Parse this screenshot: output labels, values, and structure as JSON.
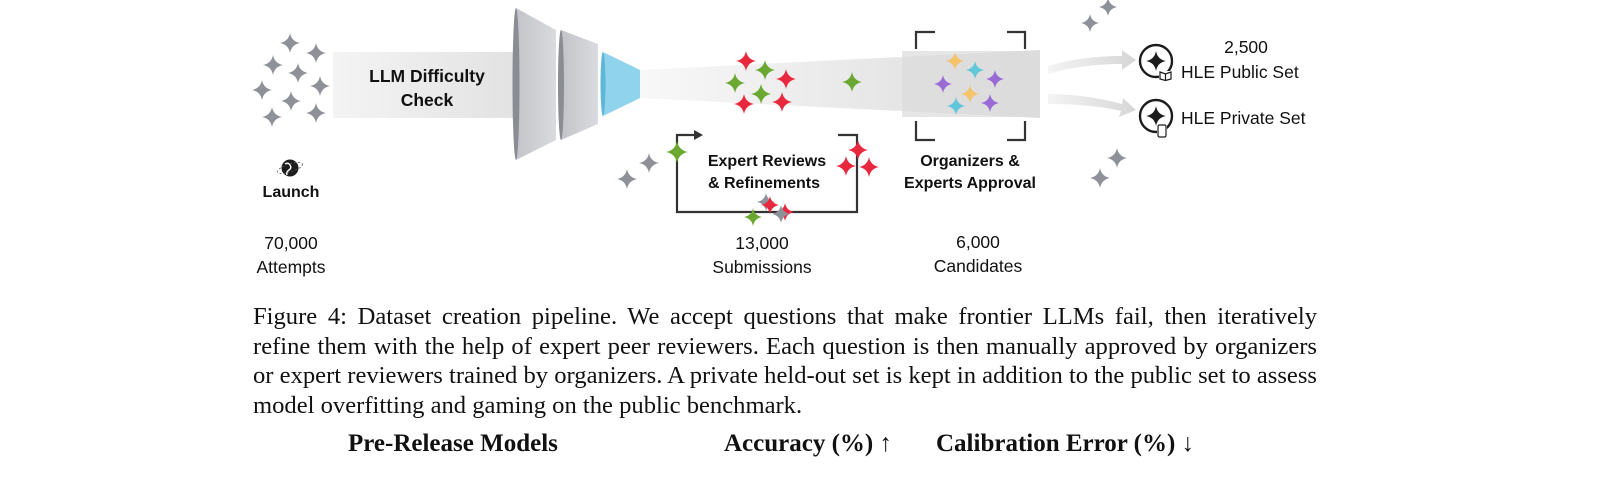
{
  "pipeline": {
    "launch_label": "Launch",
    "stage1": {
      "line1": "LLM Difficulty",
      "line2": "Check"
    },
    "review": {
      "line1": "Expert Reviews",
      "line2": "& Refinements"
    },
    "approval": {
      "line1": "Organizers &",
      "line2": "Experts Approval"
    },
    "counts": [
      {
        "number": "70,000",
        "label": "Attempts"
      },
      {
        "number": "13,000",
        "label": "Submissions"
      },
      {
        "number": "6,000",
        "label": "Candidates"
      }
    ],
    "public_set": {
      "count": "2,500",
      "label": "HLE Public Set"
    },
    "private_set": {
      "label": "HLE Private Set"
    },
    "icons": [
      "globe-icon",
      "book-icon",
      "phone-icon",
      "sparkle-icon"
    ],
    "colors": {
      "gray": "#8e9198",
      "red": "#e8283e",
      "green": "#6aa832",
      "yellow": "#f5c36a",
      "cyan": "#62c6da",
      "purple": "#9a6ad6",
      "filter_blue": "#8fd3ec"
    }
  },
  "caption": "Figure 4: Dataset creation pipeline. We accept questions that make frontier LLMs fail, then iteratively refine them with the help of expert peer reviewers. Each question is then manually approved by organizers or expert reviewers trained by organizers. A private held-out set is kept in addition to the public set to assess model overfitting and gaming on the public benchmark.",
  "table_header": {
    "col1": "Pre-Release Models",
    "col2": "Accuracy (%) ↑",
    "col3": "Calibration Error (%) ↓"
  }
}
